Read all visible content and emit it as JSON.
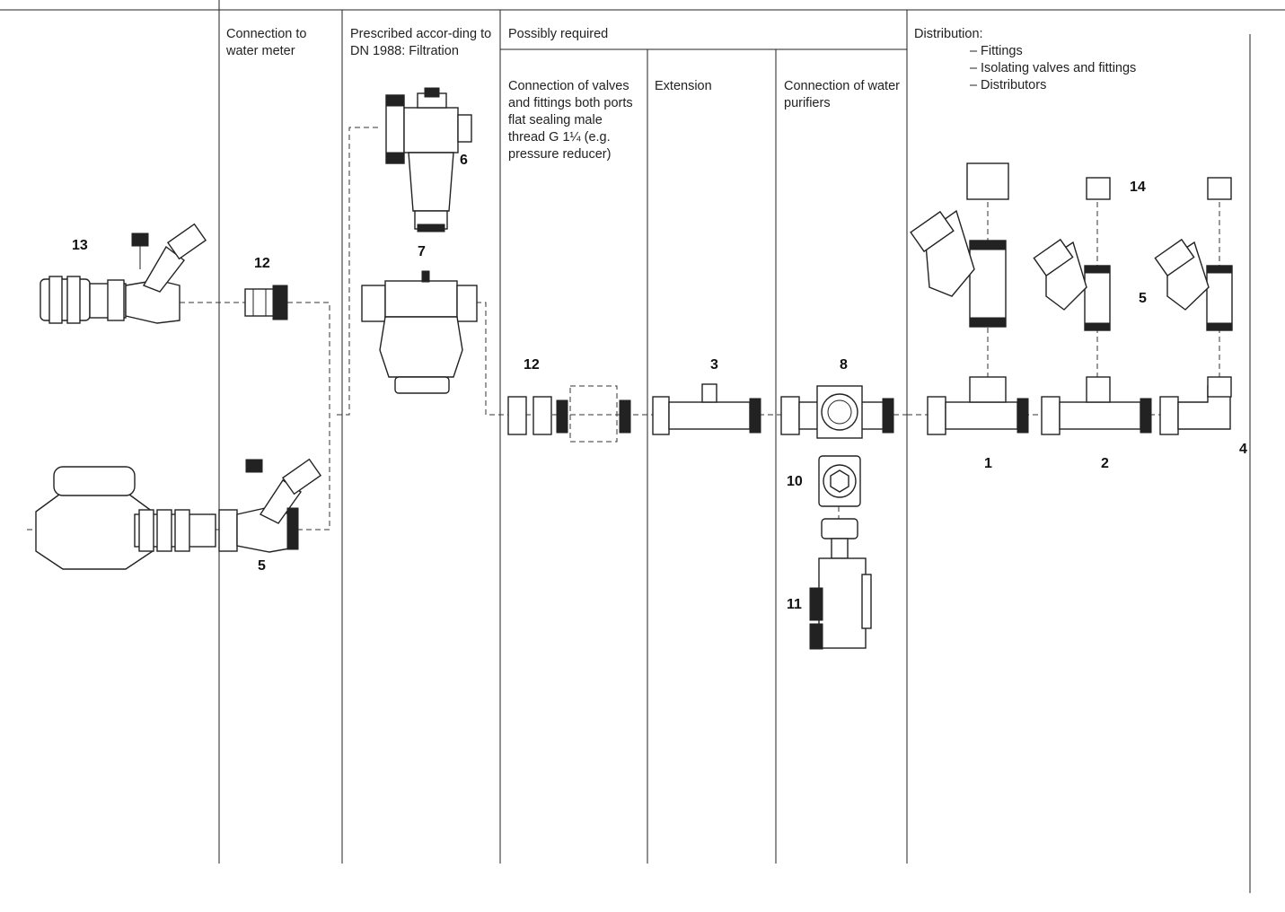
{
  "columns": {
    "water_meter": "Connection to water meter",
    "filtration": "Prescribed accor-ding to DN 1988: Filtration",
    "possibly_required": "Possibly required",
    "valve_connection": "Connection of valves and fittings both ports flat sealing male thread G 1¼ (e.g. pressure reducer)",
    "extension": "Extension",
    "water_purifiers": "Connection of water purifiers",
    "distribution_title": "Distribution:",
    "distribution_items": [
      "Fittings",
      "Isolating valves and fittings",
      "Distributors"
    ]
  },
  "labels": {
    "n13": "13",
    "n12a": "12",
    "n5a": "5",
    "n6": "6",
    "n7": "7",
    "n12b": "12",
    "n3": "3",
    "n8": "8",
    "n10": "10",
    "n11": "11",
    "n14": "14",
    "n5b": "5",
    "n1": "1",
    "n2": "2",
    "n4": "4"
  }
}
